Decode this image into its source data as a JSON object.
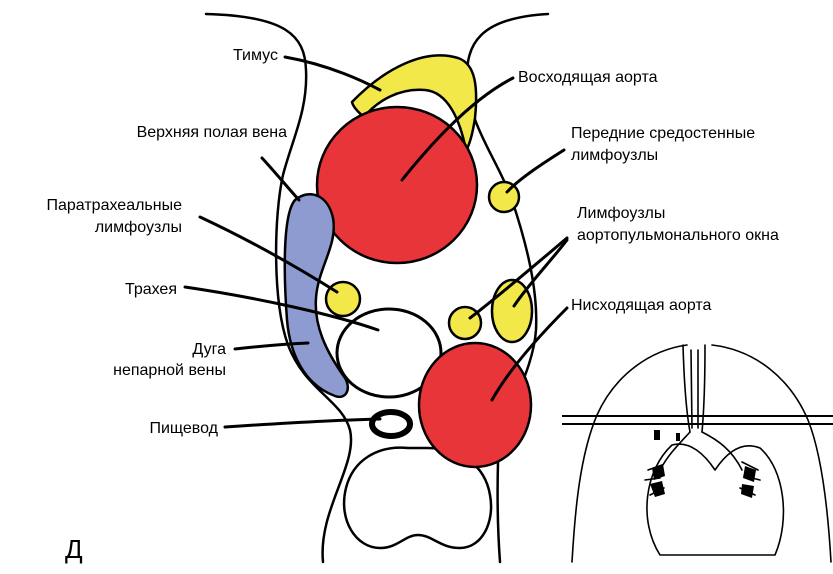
{
  "panel_label": "Д",
  "labels": {
    "thymus": "Тимус",
    "ascending_aorta": "Восходящая аорта",
    "svc": "Верхняя полая вена",
    "anterior_nodes_1": "Передние средостенные",
    "anterior_nodes_2": "лимфоузлы",
    "paratracheal_1": "Паратрахеальные",
    "paratracheal_2": "лимфоузлы",
    "ap_window_1": "Лимфоузлы",
    "ap_window_2": "аортопульмонального окна",
    "trachea": "Трахея",
    "descending_aorta": "Нисходящая аорта",
    "azygos_1": "Дуга",
    "azygos_2": "непарной вены",
    "esophagus": "Пищевод"
  },
  "colors": {
    "vessel_red": "#e8353a",
    "node_yellow": "#f3e84a",
    "vein_blue": "#8e9bd0",
    "outline": "#000000"
  }
}
